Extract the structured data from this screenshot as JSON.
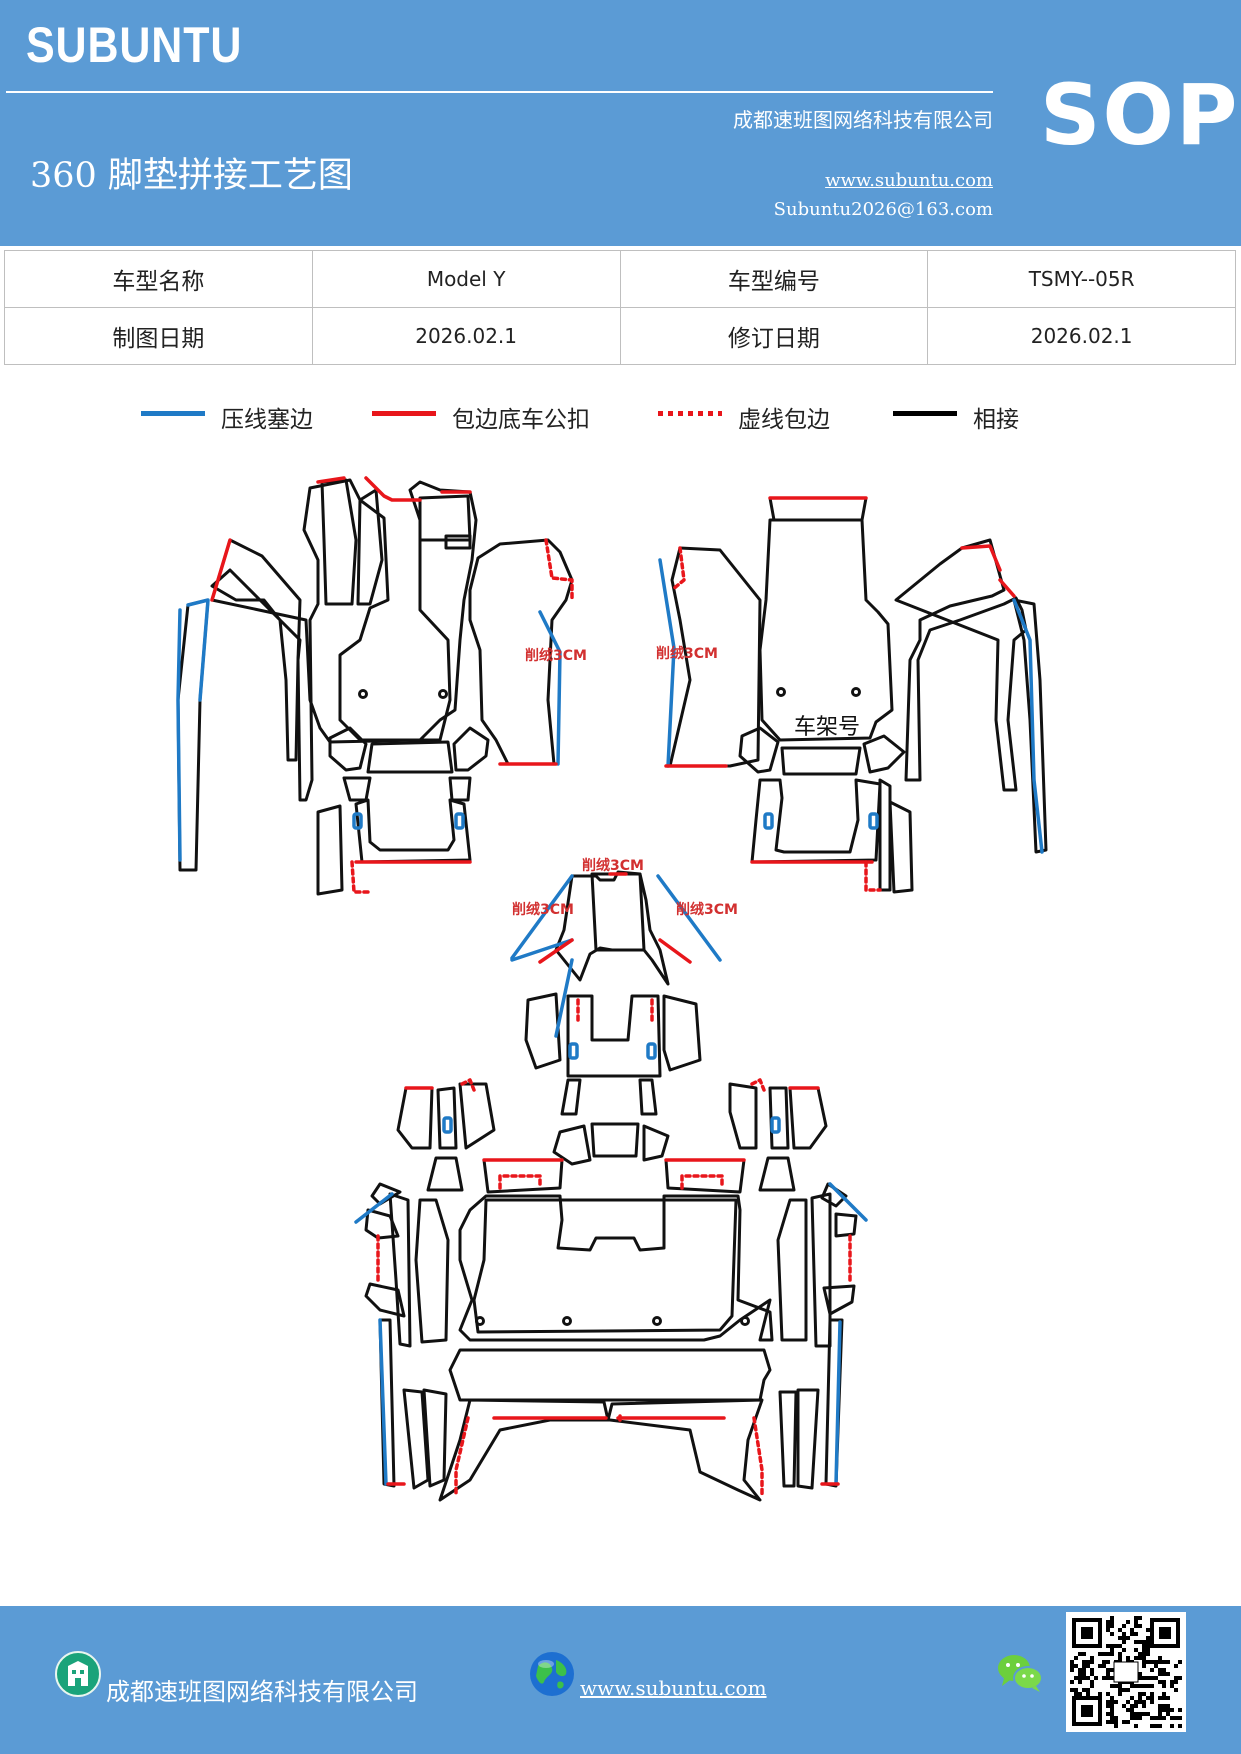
{
  "header": {
    "brand": "SUBUNTU",
    "company": "成都速班图网络科技有限公司",
    "title": "360 脚垫拼接工艺图",
    "website": "www.subuntu.com",
    "email": "Subuntu2026@163.com",
    "sop": "SOP",
    "background_color": "#5b9bd5"
  },
  "info_table": {
    "rows": [
      [
        {
          "label": "车型名称",
          "value": "Model Y"
        },
        {
          "label": "车型编号",
          "value": "TSMY--05R"
        }
      ],
      [
        {
          "label": "制图日期",
          "value": "2026.02.1"
        },
        {
          "label": "修订日期",
          "value": "2026.02.1"
        }
      ]
    ]
  },
  "legend": [
    {
      "label": "压线塞边",
      "color": "#1f7ac6",
      "style": "solid"
    },
    {
      "label": "包边底车公扣",
      "color": "#e8161b",
      "style": "solid"
    },
    {
      "label": "虚线包边",
      "color": "#e8161b",
      "style": "dotted"
    },
    {
      "label": "相接",
      "color": "#000000",
      "style": "solid"
    }
  ],
  "diagram": {
    "annotations": {
      "cut_a": "削绒3CM",
      "cut_b": "削绒3CM",
      "cut_c": "削绒3CM",
      "cut_d": "削绒3CM",
      "cut_e": "削绒3CM",
      "vin": "车架号"
    }
  },
  "footer": {
    "company": "成都速班图网络科技有限公司",
    "website": "www.subuntu.com ",
    "icons": [
      "building-icon",
      "globe-icon",
      "wechat-icon",
      "qr-code"
    ]
  }
}
